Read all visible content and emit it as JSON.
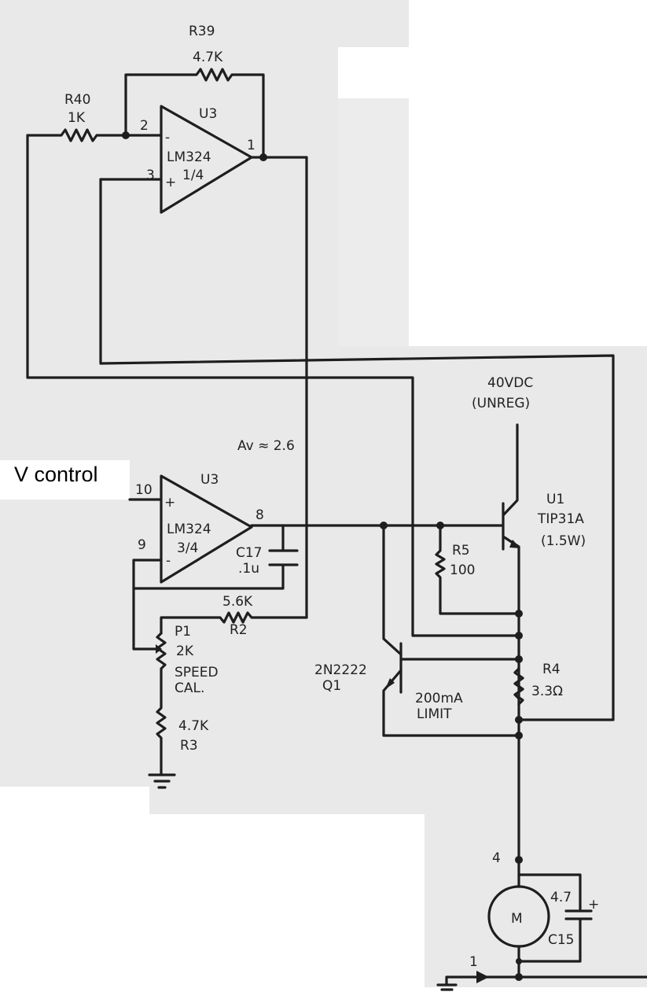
{
  "title_label": "V control",
  "opamp_top": {
    "ref": "U3",
    "part": "LM324",
    "section": "1/4",
    "pin_inv": "2",
    "pin_noninv": "3",
    "pin_out": "1",
    "minus": "-",
    "plus": "+"
  },
  "r39": {
    "ref": "R39",
    "value": "4.7K"
  },
  "r40": {
    "ref": "R40",
    "value": "1K"
  },
  "gain": "Av ≈ 2.6",
  "opamp_bottom": {
    "ref": "U3",
    "part": "LM324",
    "section": "3/4",
    "pin_noninv": "10",
    "pin_inv": "9",
    "pin_out": "8",
    "minus": "-",
    "plus": "+"
  },
  "c17": {
    "ref": "C17",
    "value": ".1u"
  },
  "r2": {
    "ref": "R2",
    "value": "5.6K"
  },
  "p1": {
    "ref": "P1",
    "value": "2K",
    "note1": "SPEED",
    "note2": "CAL."
  },
  "r3": {
    "ref": "R3",
    "value": "4.7K"
  },
  "supply": {
    "line1": "40VDC",
    "line2": "(UNREG)"
  },
  "u1": {
    "ref": "U1",
    "part": "TIP31A",
    "rating": "(1.5W)"
  },
  "r5": {
    "ref": "R5",
    "value": "100"
  },
  "q1": {
    "ref": "Q1",
    "part": "2N2222"
  },
  "r4": {
    "ref": "R4",
    "value": "3.3Ω"
  },
  "limit": {
    "line1": "200mA",
    "line2": "LIMIT"
  },
  "motor": {
    "symbol": "M",
    "pin_top": "4",
    "pin_bottom": "1"
  },
  "c15": {
    "ref": "C15",
    "value": "4.7",
    "polarity": "+"
  }
}
